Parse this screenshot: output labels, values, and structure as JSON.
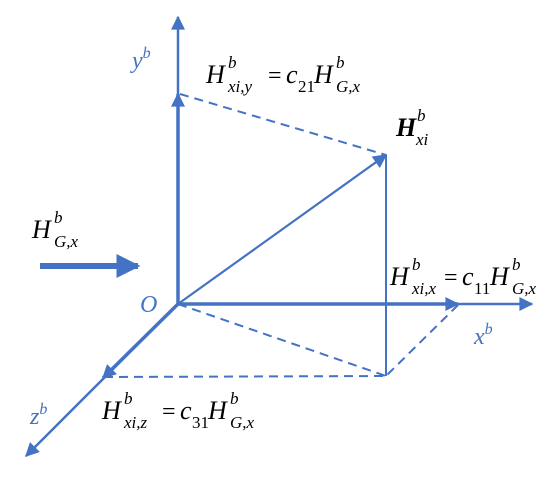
{
  "colors": {
    "axis": "#4472c4",
    "vector": "#4472c4",
    "label_axis": "#4472c4",
    "label_text": "#000000",
    "background": "#ffffff"
  },
  "axes": {
    "origin": "O",
    "x": {
      "base": "x",
      "sup": "b"
    },
    "y": {
      "base": "y",
      "sup": "b"
    },
    "z": {
      "base": "z",
      "sup": "b"
    }
  },
  "field_input": {
    "base": "H",
    "sup": "b",
    "sub": "G,x"
  },
  "vector_label": {
    "base": "H",
    "sup": "b",
    "sub": "xi"
  },
  "components": {
    "y": {
      "lhs_base": "H",
      "lhs_sup": "b",
      "lhs_sub": "xi,y",
      "eq": "=",
      "coef_base": "c",
      "coef_sub": "21",
      "rhs_base": "H",
      "rhs_sup": "b",
      "rhs_sub": "G,x"
    },
    "x": {
      "lhs_base": "H",
      "lhs_sup": "b",
      "lhs_sub": "xi,x",
      "eq": "=",
      "coef_base": "c",
      "coef_sub": "11",
      "rhs_base": "H",
      "rhs_sup": "b",
      "rhs_sub": "G,x"
    },
    "z": {
      "lhs_base": "H",
      "lhs_sup": "b",
      "lhs_sub": "xi,z",
      "eq": "=",
      "coef_base": "c",
      "coef_sub": "31",
      "rhs_base": "H",
      "rhs_sup": "b",
      "rhs_sub": "G,x"
    }
  }
}
